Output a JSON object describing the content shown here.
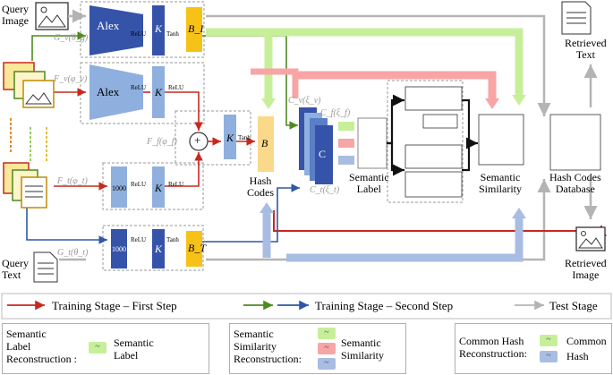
{
  "labels": {
    "query_image": "Query\nImage",
    "query_text": "Query\nText",
    "alex": "Alex",
    "k": "K",
    "relu": "ReLU",
    "tanh": "Tanh",
    "thousand": "1000",
    "plus": "+",
    "b_image": "B_I",
    "b_mid": "B",
    "b_text": "B_T",
    "c": "C",
    "hash_codes": "Hash\nCodes",
    "semantic_label": "Semantic\nLabel",
    "semantic_similarity": "Semantic\nSimilarity",
    "hash_codes_db": "Hash Codes\nDatabase",
    "retrieved_text": "Retrieved\nText",
    "retrieved_image": "Retrieved\nImage",
    "gv": "G_v(θ_g)",
    "fv": "F_v(φ_v)",
    "ff": "F_f(φ_f)",
    "ft": "F_t(φ_t)",
    "gt": "G_t(θ_t)",
    "cv": "C_v(ξ_v)",
    "cf": "C_f(ξ_f)",
    "ct": "C_t(ξ_t)"
  },
  "legend_arrows": {
    "first_step": "Training Stage – First Step",
    "second_step": "Training Stage – Second Step",
    "test": "Test Stage"
  },
  "legend_boxes": {
    "box1": {
      "text": "Semantic\nLabel\nReconstruction :",
      "item1": "Semantic\nLabel"
    },
    "box2": {
      "text": "Semantic\nSimilarity\nReconstruction:",
      "item1": "Semantic\nSimilarity"
    },
    "box3": {
      "text": "Common Hash\nReconstruction:",
      "item1": "Common",
      "item2": "Hash"
    }
  },
  "colors": {
    "red": "#c8281e",
    "green": "#4d8a1f",
    "blue": "#2f57a8",
    "gray": "#b4b4b4",
    "light_green": "#c7ef9a",
    "light_red": "#f7a5a5",
    "light_blue": "#a9bde3",
    "block_blue": "#3553a8",
    "block_light": "#8fb0de",
    "yellow": "#f7c217"
  }
}
